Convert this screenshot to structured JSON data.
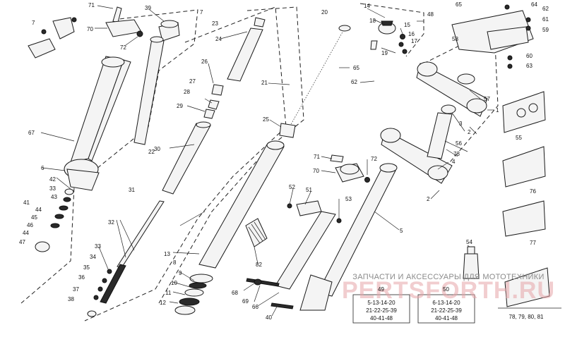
{
  "callouts": [
    {
      "id": "l71a",
      "text": "71"
    },
    {
      "id": "l39",
      "text": "39"
    },
    {
      "id": "l7a",
      "text": "7"
    },
    {
      "id": "l7b",
      "text": "7"
    },
    {
      "id": "l70a",
      "text": "70"
    },
    {
      "id": "l72a",
      "text": "72"
    },
    {
      "id": "l23",
      "text": "23"
    },
    {
      "id": "l24",
      "text": "24"
    },
    {
      "id": "l20",
      "text": "20"
    },
    {
      "id": "l14",
      "text": "14"
    },
    {
      "id": "l48",
      "text": "48"
    },
    {
      "id": "l18",
      "text": "18"
    },
    {
      "id": "l15",
      "text": "15"
    },
    {
      "id": "l16",
      "text": "16"
    },
    {
      "id": "l17",
      "text": "17"
    },
    {
      "id": "l19",
      "text": "19"
    },
    {
      "id": "l65a",
      "text": "65"
    },
    {
      "id": "l64",
      "text": "64"
    },
    {
      "id": "l62a",
      "text": "62"
    },
    {
      "id": "l61",
      "text": "61"
    },
    {
      "id": "l59",
      "text": "59"
    },
    {
      "id": "l58",
      "text": "58"
    },
    {
      "id": "l60",
      "text": "60"
    },
    {
      "id": "l63",
      "text": "63"
    },
    {
      "id": "l65b",
      "text": "65"
    },
    {
      "id": "l62b",
      "text": "62"
    },
    {
      "id": "l21",
      "text": "21"
    },
    {
      "id": "l26",
      "text": "26"
    },
    {
      "id": "l27",
      "text": "27"
    },
    {
      "id": "l28",
      "text": "28"
    },
    {
      "id": "l29",
      "text": "29"
    },
    {
      "id": "l25",
      "text": "25"
    },
    {
      "id": "l57",
      "text": "57"
    },
    {
      "id": "l1",
      "text": "1"
    },
    {
      "id": "l3",
      "text": "3"
    },
    {
      "id": "l2a",
      "text": "2"
    },
    {
      "id": "l56",
      "text": "56"
    },
    {
      "id": "l73",
      "text": "73"
    },
    {
      "id": "l4",
      "text": "4"
    },
    {
      "id": "l2b",
      "text": "2"
    },
    {
      "id": "l55",
      "text": "55"
    },
    {
      "id": "l67",
      "text": "67"
    },
    {
      "id": "l22",
      "text": "22"
    },
    {
      "id": "l30",
      "text": "30"
    },
    {
      "id": "l6",
      "text": "6"
    },
    {
      "id": "l42",
      "text": "42"
    },
    {
      "id": "l33a",
      "text": "33"
    },
    {
      "id": "l43",
      "text": "43"
    },
    {
      "id": "l41",
      "text": "41"
    },
    {
      "id": "l44a",
      "text": "44"
    },
    {
      "id": "l45",
      "text": "45"
    },
    {
      "id": "l46",
      "text": "46"
    },
    {
      "id": "l44b",
      "text": "44"
    },
    {
      "id": "l47",
      "text": "47"
    },
    {
      "id": "l31",
      "text": "31"
    },
    {
      "id": "l32",
      "text": "32"
    },
    {
      "id": "l71b",
      "text": "71"
    },
    {
      "id": "l72b",
      "text": "72"
    },
    {
      "id": "l70b",
      "text": "70"
    },
    {
      "id": "l52",
      "text": "52"
    },
    {
      "id": "l51",
      "text": "51"
    },
    {
      "id": "l53",
      "text": "53"
    },
    {
      "id": "l5",
      "text": "5"
    },
    {
      "id": "l76",
      "text": "76"
    },
    {
      "id": "l77",
      "text": "77"
    },
    {
      "id": "l13",
      "text": "13"
    },
    {
      "id": "l8",
      "text": "8"
    },
    {
      "id": "l82",
      "text": "82"
    },
    {
      "id": "l33b",
      "text": "33"
    },
    {
      "id": "l34",
      "text": "34"
    },
    {
      "id": "l35",
      "text": "35"
    },
    {
      "id": "l36",
      "text": "36"
    },
    {
      "id": "l37",
      "text": "37"
    },
    {
      "id": "l38",
      "text": "38"
    },
    {
      "id": "l9",
      "text": "9"
    },
    {
      "id": "l10",
      "text": "10"
    },
    {
      "id": "l11",
      "text": "11"
    },
    {
      "id": "l12",
      "text": "12"
    },
    {
      "id": "l68",
      "text": "68"
    },
    {
      "id": "l69",
      "text": "69"
    },
    {
      "id": "l66",
      "text": "66"
    },
    {
      "id": "l40",
      "text": "40"
    },
    {
      "id": "l54",
      "text": "54"
    },
    {
      "id": "l49",
      "text": "49"
    },
    {
      "id": "l50",
      "text": "50"
    }
  ],
  "kit_boxes": {
    "box49": {
      "line1": "5-13-14-20",
      "line2": "21-22-25-39",
      "line3": "40-41-48"
    },
    "box50": {
      "line1": "6-13-14-20",
      "line2": "21-22-25-39",
      "line3": "40-41-48"
    },
    "box_manuals": "78, 79, 80, 81"
  },
  "watermark": {
    "caption": "ЗАПЧАСТИ И АКСЕССУАРЫ ДЛЯ МОТОТЕХНИКИ",
    "logo": "PERTSFORTH.RU"
  },
  "colors": {
    "line": "#1a1a1a",
    "watermark_logo": "#e6a4a8",
    "watermark_text": "#8a8a8a"
  }
}
